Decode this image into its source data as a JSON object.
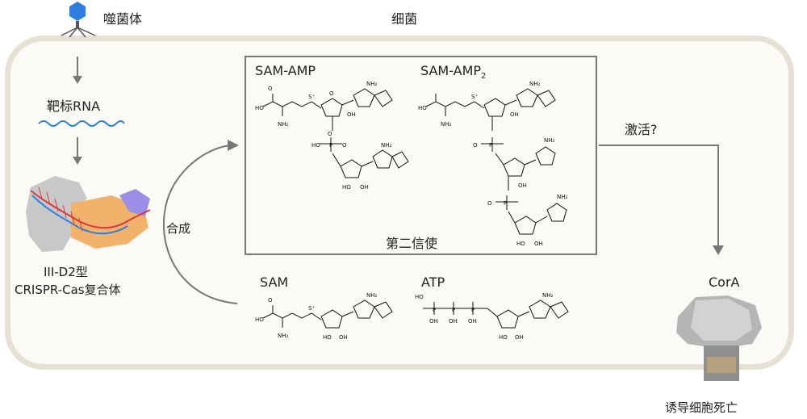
{
  "labels": {
    "phage": "噬菌体",
    "bacteria": "细菌",
    "target_rna": "靶标RNA",
    "complex_line1": "III-D2型",
    "complex_line2": "CRISPR-Cas复合体",
    "synthesis": "合成",
    "second_messenger": "第二信使",
    "activation": "激活?",
    "cora": "CorA",
    "death": "诱导细胞死亡"
  },
  "molecules": {
    "sam_amp": "SAM-AMP",
    "sam_amp2_base": "SAM-AMP",
    "sam_amp2_sub": "2",
    "sam": "SAM",
    "atp": "ATP"
  },
  "colors": {
    "cell_wall": "#e6e1d3",
    "cell_fill": "#fbfaf6",
    "phage_head": "#2f7fe0",
    "rna": "#2f7fe0",
    "arrow": "#777777",
    "complex_orange": "#f3b26b",
    "complex_purple": "#9a8ee6",
    "complex_gray": "#c8c8c8"
  }
}
